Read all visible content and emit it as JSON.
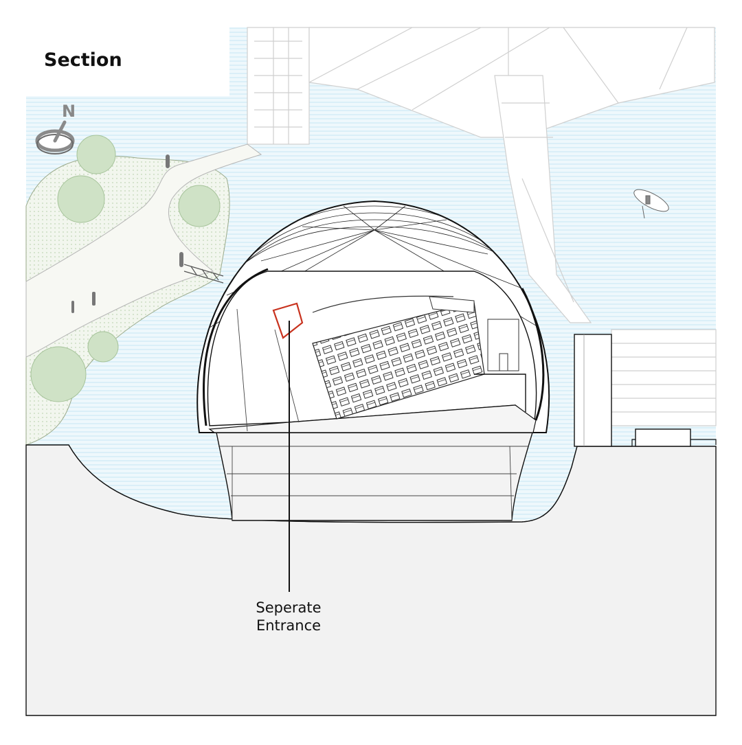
{
  "title": "Section",
  "compass": {
    "letter": "N"
  },
  "callout": {
    "line1": "Seperate",
    "line2": "Entrance"
  },
  "colors": {
    "water": "#e3f3fa",
    "water_line": "#bfe3f1",
    "ground": "#f2f2f2",
    "park": "#eef3e6",
    "tree": "#cfe3c8",
    "stroke": "#111111",
    "faint": "#d4d4d4",
    "highlight": "#c8321e"
  }
}
